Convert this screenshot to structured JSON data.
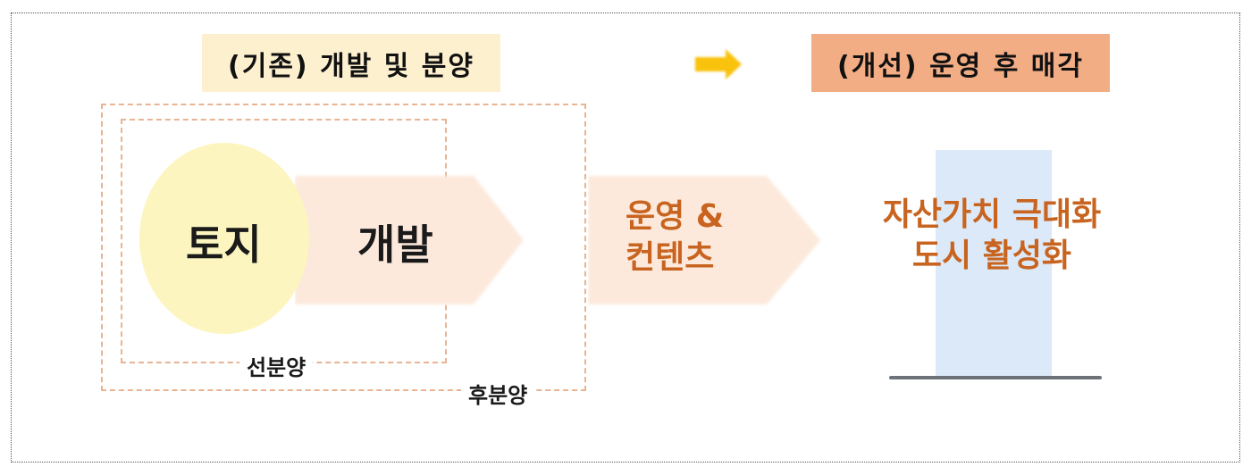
{
  "header": {
    "old_label": "(기존) 개발 및 분양",
    "new_label": "(개선) 운영 후 매각",
    "transition_icon": "arrow-right-icon"
  },
  "old_model": {
    "land": "토지",
    "development": "개발",
    "pre_sale_label": "선분양",
    "post_sale_label": "후분양"
  },
  "new_model": {
    "operation_line1": "운영 &",
    "operation_line2": "컨텐츠",
    "result_line1": "자산가치 극대화",
    "result_line2": "도시 활성화"
  },
  "colors": {
    "old_label_bg": "#fdf0cf",
    "new_label_bg": "#f2ad85",
    "arrow": "#f9c20f",
    "land_circle": "#fdf5c0",
    "chevron": "#fce9dc",
    "dashed_border": "#e9b493",
    "orange_text": "#c8641f",
    "blue_column": "#dce9f8",
    "baseline": "#6d7378"
  }
}
